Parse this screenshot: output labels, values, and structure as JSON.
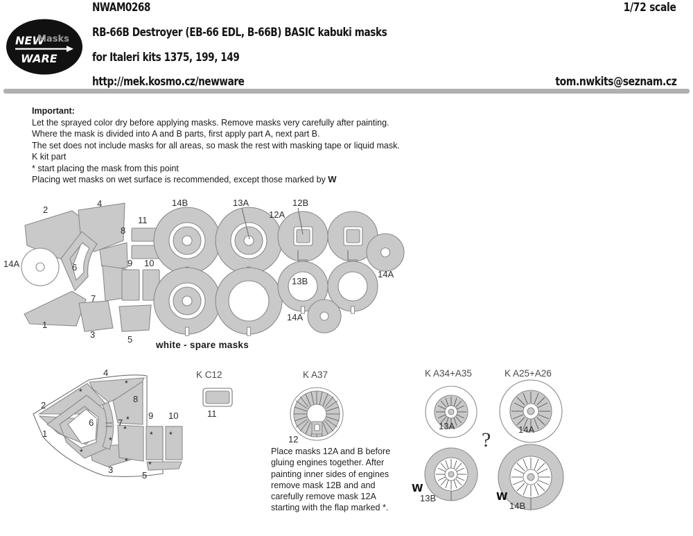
{
  "header": {
    "product_code": "NWAM0268",
    "scale": "1/72 scale",
    "title_line1": "RB-66B Destroyer (EB-66 EDL, B-66B)  BASIC  kabuki masks",
    "title_line2": "for Italeri kits 1375, 199, 149",
    "url": "http://mek.kosmo.cz/newware",
    "email": "tom.nwkits@seznam.cz",
    "logo": {
      "word_top": "NEW",
      "word_bottom": "WARE",
      "word_side": "Masks"
    }
  },
  "notes": {
    "heading": "Important:",
    "lines": [
      "Let the sprayed color dry before applying masks. Remove masks very carefully after painting.",
      "Where the mask is divided into A and B parts, first apply part A, next part B.",
      "The set does not include masks for all areas, so mask the rest with masking tape or liquid mask.",
      "K kit part",
      "*  start placing the mask from this point"
    ],
    "wet_line_prefix": "Placing wet masks on wet surface is recommended, except those marked by ",
    "wet_line_mark": "W"
  },
  "sheet": {
    "caption": "white - spare masks",
    "piece_labels": [
      "2",
      "4",
      "11",
      "8",
      "14A",
      "6",
      "9",
      "10",
      "7",
      "1",
      "3",
      "5"
    ],
    "disc_labels": [
      "14B",
      "13A",
      "12A",
      "12B",
      "13B",
      "14A",
      "14A"
    ],
    "colors": {
      "mask_fill": "#c9c9c9",
      "mask_stroke": "#8a8a8a",
      "spare_fill": "#ffffff",
      "rule": "#b0b0b0",
      "text": "#1a1a1a"
    }
  },
  "canopy": {
    "labels": [
      "4",
      "2",
      "8",
      "9",
      "10",
      "6",
      "7",
      "1",
      "3",
      "5"
    ],
    "star_marks": "*"
  },
  "window_c12": {
    "kit_ref": "K C12",
    "part_label": "11"
  },
  "engine_a37": {
    "kit_ref": "K A37",
    "part_label": "12",
    "note": "Place masks 12A and B before gluing engines together. After painting inner sides of engines remove mask 12B and and carefully remove mask 12A starting with the flap marked *."
  },
  "wheels_left": {
    "kit_ref": "K A34+A35",
    "top_label": "13A",
    "bottom_label": "13B",
    "wet_mark": "W"
  },
  "wheels_right": {
    "kit_ref": "K A25+A26",
    "top_label": "14A",
    "bottom_label": "14B",
    "wet_mark": "W"
  },
  "question_mark": "?"
}
